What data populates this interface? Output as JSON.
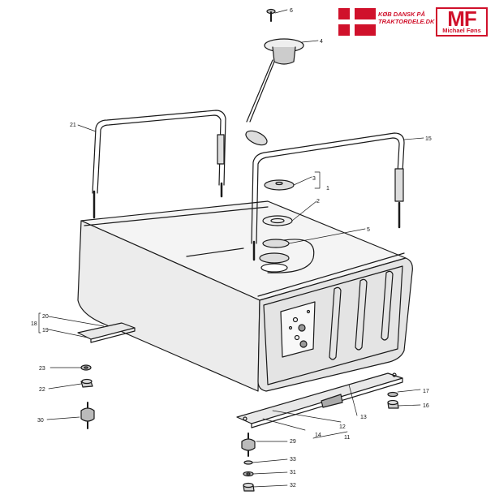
{
  "branding": {
    "tagline_line1": "KØB DANSK PÅ",
    "tagline_line2": "TRAKTORDELE.DK",
    "logo_letters": "MF",
    "logo_name": "Michael Føns",
    "brand_color": "#d0112b"
  },
  "callouts": {
    "p1": "1",
    "p2": "2",
    "p3": "3",
    "p4": "4",
    "p5": "5",
    "p6": "6",
    "p11": "11",
    "p12": "12",
    "p13": "13",
    "p14": "14",
    "p15": "15",
    "p16": "16",
    "p17": "17",
    "p18": "18",
    "p19": "19",
    "p20": "20",
    "p21": "21",
    "p22": "22",
    "p23": "23",
    "p29": "29",
    "p30": "30",
    "p31": "31",
    "p32": "32",
    "p33": "33"
  }
}
